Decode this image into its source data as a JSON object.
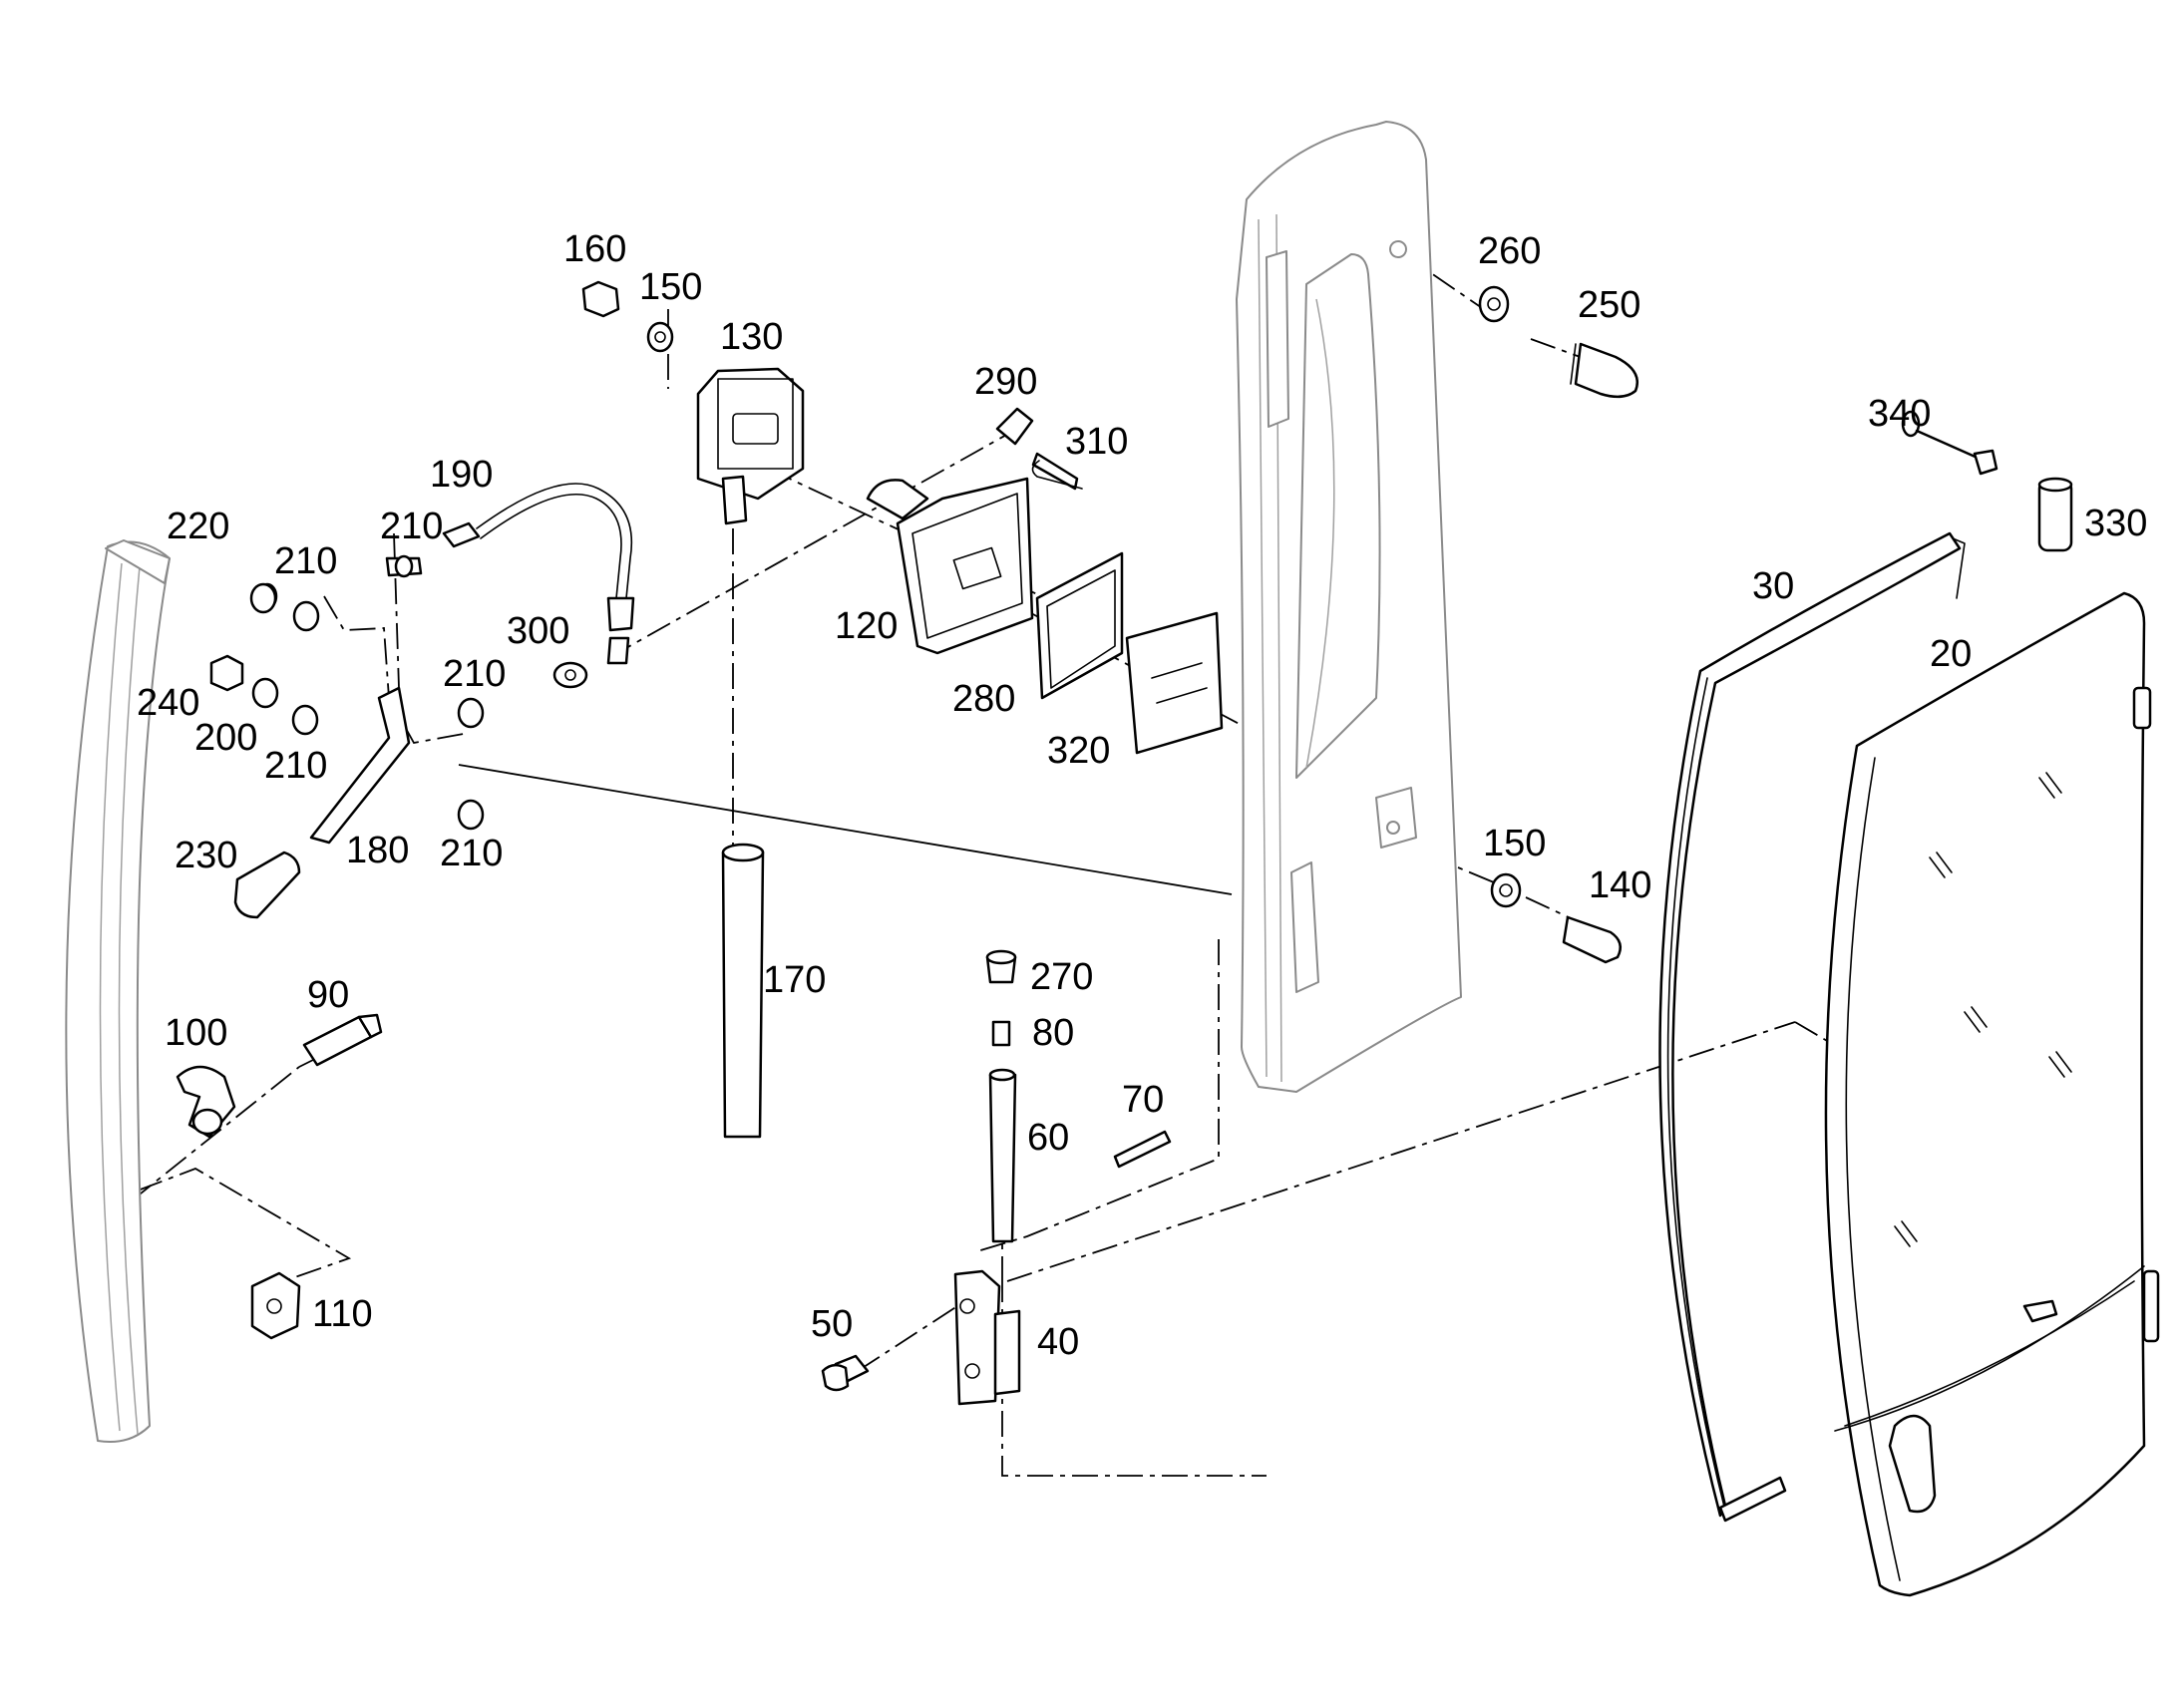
{
  "callouts": [
    "20",
    "30",
    "40",
    "50",
    "60",
    "70",
    "80",
    "90",
    "100",
    "110",
    "120",
    "130",
    "140",
    "150",
    "150",
    "160",
    "170",
    "180",
    "190",
    "200",
    "210",
    "210",
    "210",
    "210",
    "210",
    "220",
    "230",
    "240",
    "250",
    "260",
    "270",
    "280",
    "290",
    "300",
    "310",
    "320",
    "330",
    "340"
  ],
  "colors": {
    "ink": "#000000",
    "ghost_part": "#8a8a8a",
    "background": "#ffffff"
  }
}
